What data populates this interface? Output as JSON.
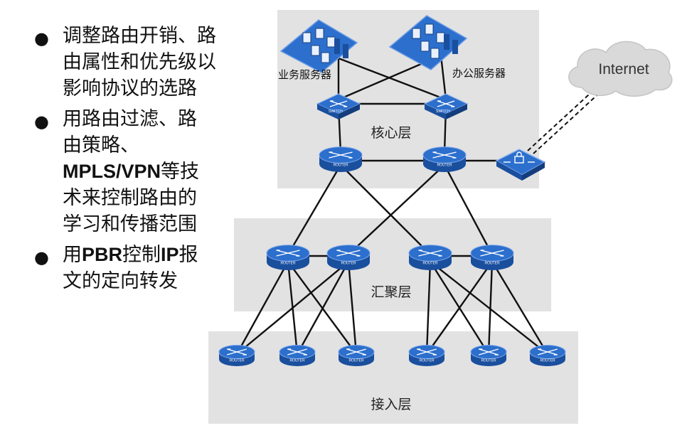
{
  "bullets": [
    {
      "lines": [
        [
          "调整路由开销、路"
        ],
        [
          "由属性和优先级以"
        ],
        [
          "影响协议的选路"
        ]
      ]
    },
    {
      "lines": [
        [
          "用路由过滤、路"
        ],
        [
          "由策略、"
        ],
        [
          "@MPLS/VPN",
          "等技"
        ],
        [
          "术来控制路由的"
        ],
        [
          "学习和传播范围"
        ]
      ]
    },
    {
      "lines": [
        [
          "用",
          "@PBR",
          "控制",
          "@IP",
          "报"
        ],
        [
          "文的定向转发"
        ]
      ]
    }
  ],
  "zones": {
    "core": "核心层",
    "aggregation": "汇聚层",
    "access": "接入层"
  },
  "servers": {
    "business": "业务服务器",
    "office": "办公服务器"
  },
  "cloud": "Internet",
  "device_text": {
    "router": "ROUTER",
    "switch": "SWITCH"
  },
  "colors": {
    "zone_fill": "#e2e2e2",
    "device_blue": "#2c6fcd",
    "device_dark": "#1a4f9e",
    "link": "#111111",
    "cloud": "#d9d9d9"
  }
}
